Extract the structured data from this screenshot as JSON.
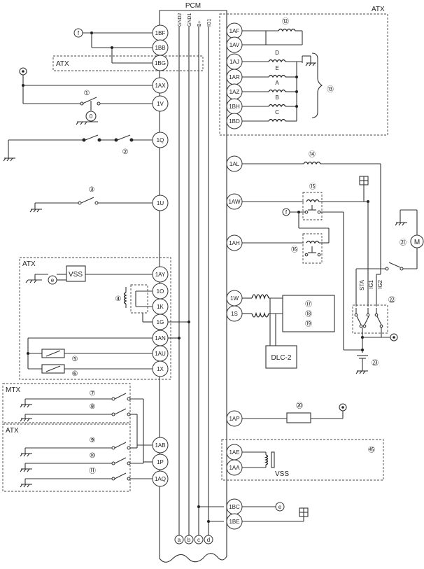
{
  "pcm": {
    "title": "PCM",
    "internal_labels": [
      "GND2",
      "GND1",
      "B+",
      "IG1"
    ],
    "bottom_terminals": [
      "a",
      "b",
      "c",
      "d"
    ],
    "left_pins": [
      "1BF",
      "1BB",
      "1BG",
      "1AX",
      "1V",
      "1Q",
      "1U",
      "1AY",
      "1O",
      "1K",
      "1G",
      "1AN",
      "1AU",
      "1X",
      "1AB",
      "1P",
      "1AQ"
    ],
    "right_pins": [
      "1AF",
      "1AV",
      "1AJ",
      "1AR",
      "1AZ",
      "1BH",
      "1BD",
      "1AL",
      "1AW",
      "1AH",
      "1W",
      "1S",
      "1AP",
      "1AE",
      "1AA",
      "1BC",
      "1BE"
    ]
  },
  "groups": {
    "atx_top_right": "ATX",
    "atx_1bg": "ATX",
    "atx_left_mid": "ATX",
    "mtx": "MTX",
    "atx_left_low": "ATX",
    "vss_group_num": "㊺"
  },
  "components": {
    "vss_box": "VSS",
    "dlc2": "DLC-2",
    "vss_sensor": "VSS",
    "sol_letters": [
      "D",
      "E",
      "A",
      "B",
      "C"
    ],
    "motor": "M",
    "switch_labels": [
      "STA",
      "IG1",
      "IG2"
    ],
    "connector_f": "f",
    "connector_e": "e"
  },
  "callouts": [
    "①",
    "②",
    "③",
    "④",
    "⑤",
    "⑥",
    "⑦",
    "⑧",
    "⑨",
    "⑩",
    "⑪",
    "⑫",
    "⑬",
    "⑭",
    "⑮",
    "⑯",
    "⑰",
    "⑱",
    "⑲",
    "⑳",
    "㉑",
    "㉒",
    "㉓"
  ]
}
